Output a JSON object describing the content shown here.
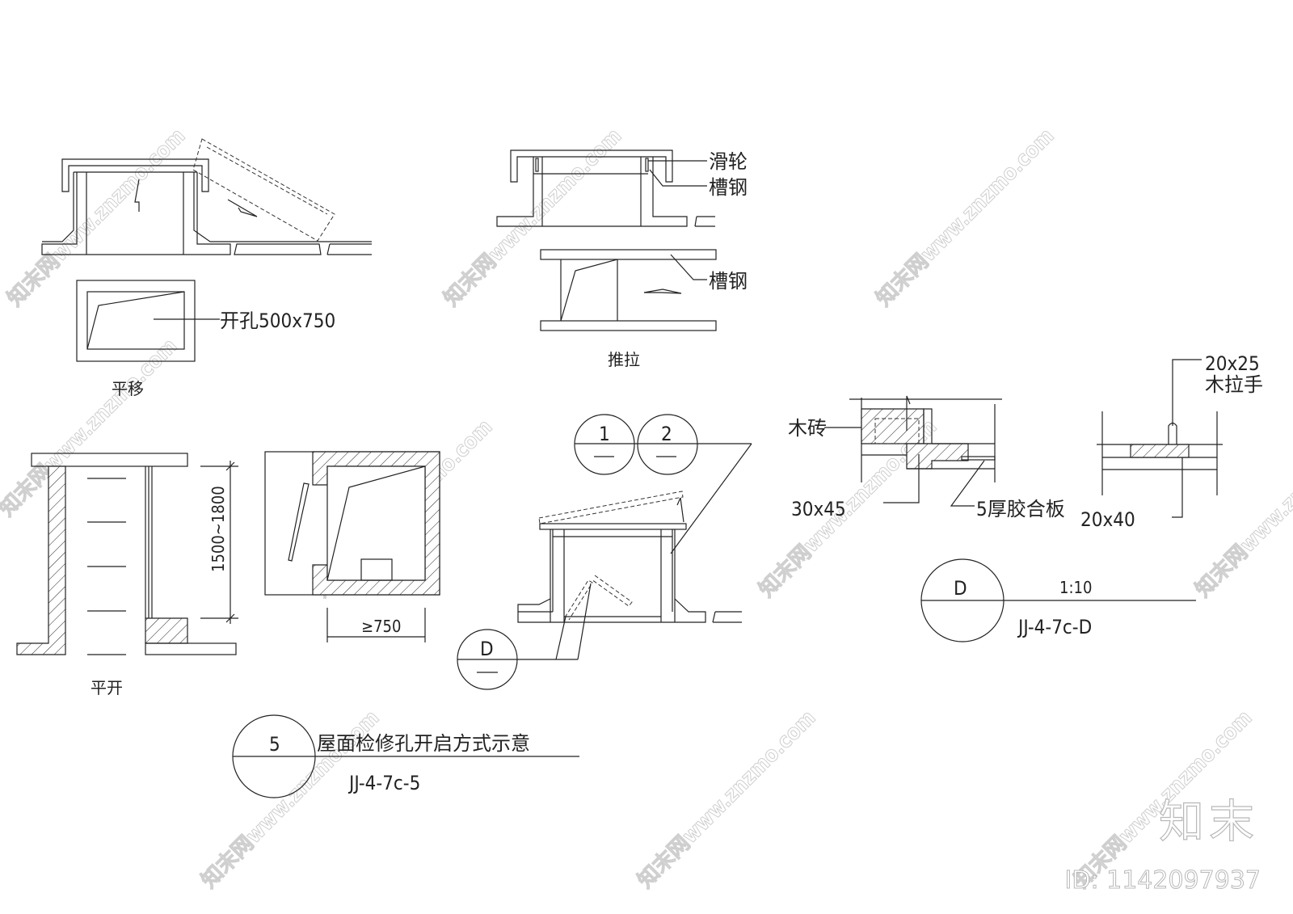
{
  "drawing": {
    "title": "屋面检修孔开启方式示意",
    "title_index": "5",
    "title_ref": "JJ-4-7c-5",
    "detail_D": {
      "index": "D",
      "scale": "1:10",
      "ref": "JJ-4-7c-D"
    },
    "views": {
      "pingyi": {
        "caption": "平移",
        "opening_label": "开孔500x750"
      },
      "tuila": {
        "caption": "推拉",
        "pulley_label": "滑轮",
        "channel_label_1": "槽钢",
        "channel_label_2": "槽钢"
      },
      "pingkai": {
        "caption": "平开",
        "height_dim": "1500~1800",
        "width_dim": "≥750"
      },
      "section_markers": {
        "marker_1": "1",
        "marker_2": "2",
        "marker_D": "D"
      },
      "detail_left": {
        "wood_brick_label": "木砖",
        "dim_label": "30x45",
        "plywood_label": "5厚胶合板"
      },
      "detail_right": {
        "handle_dim": "20x25",
        "handle_label": "木拉手",
        "dim_label": "20x40"
      }
    }
  },
  "watermark": {
    "text": "知末网www.znzmo.com",
    "logo": "知末",
    "id_text": "ID: 1142097937"
  },
  "colors": {
    "line": "#222222",
    "background": "#ffffff",
    "watermark": "#cfcfcf"
  }
}
